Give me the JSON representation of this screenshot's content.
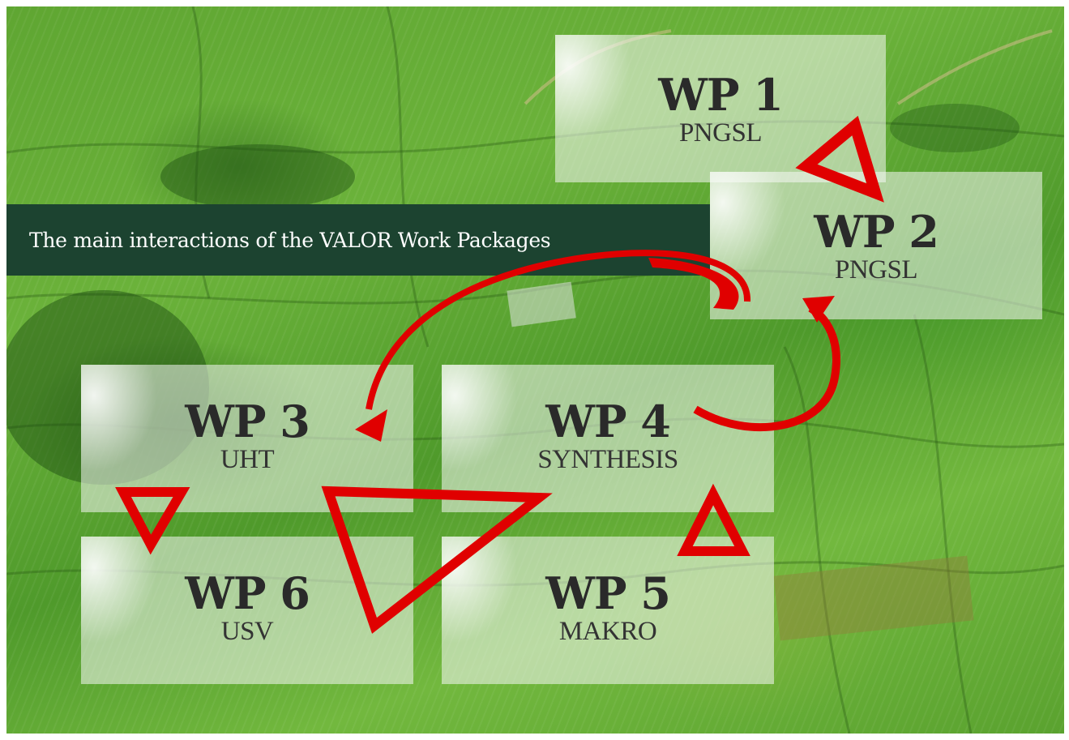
{
  "title": "The main interactions  of the VALOR  Work Packages",
  "colors": {
    "banner": "#1c4330",
    "arrow": "#e00000",
    "box": "#f5f8f5"
  },
  "work_packages": {
    "wp1": {
      "label": "WP 1",
      "partner": "PNGSL"
    },
    "wp2": {
      "label": "WP 2",
      "partner": "PNGSL"
    },
    "wp3": {
      "label": "WP 3",
      "partner": "UHT"
    },
    "wp4": {
      "label": "WP 4",
      "partner": "SYNTHESIS"
    },
    "wp5": {
      "label": "WP 5",
      "partner": "MAKRO"
    },
    "wp6": {
      "label": "WP 6",
      "partner": "USV"
    }
  },
  "interactions": [
    {
      "from": "WP 1",
      "to": "WP 2",
      "icon": "triangle-arrow-icon"
    },
    {
      "from": "WP 2",
      "to": "WP 3",
      "icon": "curved-arrow-icon"
    },
    {
      "from": "WP 4",
      "to": "WP 2",
      "icon": "curved-arrow-icon"
    },
    {
      "from": "WP 3",
      "to": "WP 6",
      "icon": "triangle-arrow-icon"
    },
    {
      "from": "WP 5",
      "to": "WP 4",
      "icon": "triangle-arrow-icon"
    },
    {
      "from": "WP 4",
      "to": "WP 6",
      "icon": "triangle-outline-icon"
    }
  ]
}
